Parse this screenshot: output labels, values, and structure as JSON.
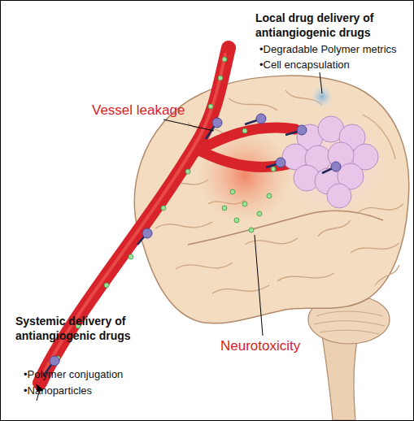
{
  "diagram": {
    "labels": [
      "Local drug delivery of antiangiogenic drugs",
      "•Degradable Polymer metrics",
      "•Cell encapsulation",
      "Vessel leakage",
      "Systemic delivery of antiangiogenic drugs",
      "•Polymer conjugation",
      "•Nanoparticles",
      "Neurotoxicity"
    ]
  }
}
